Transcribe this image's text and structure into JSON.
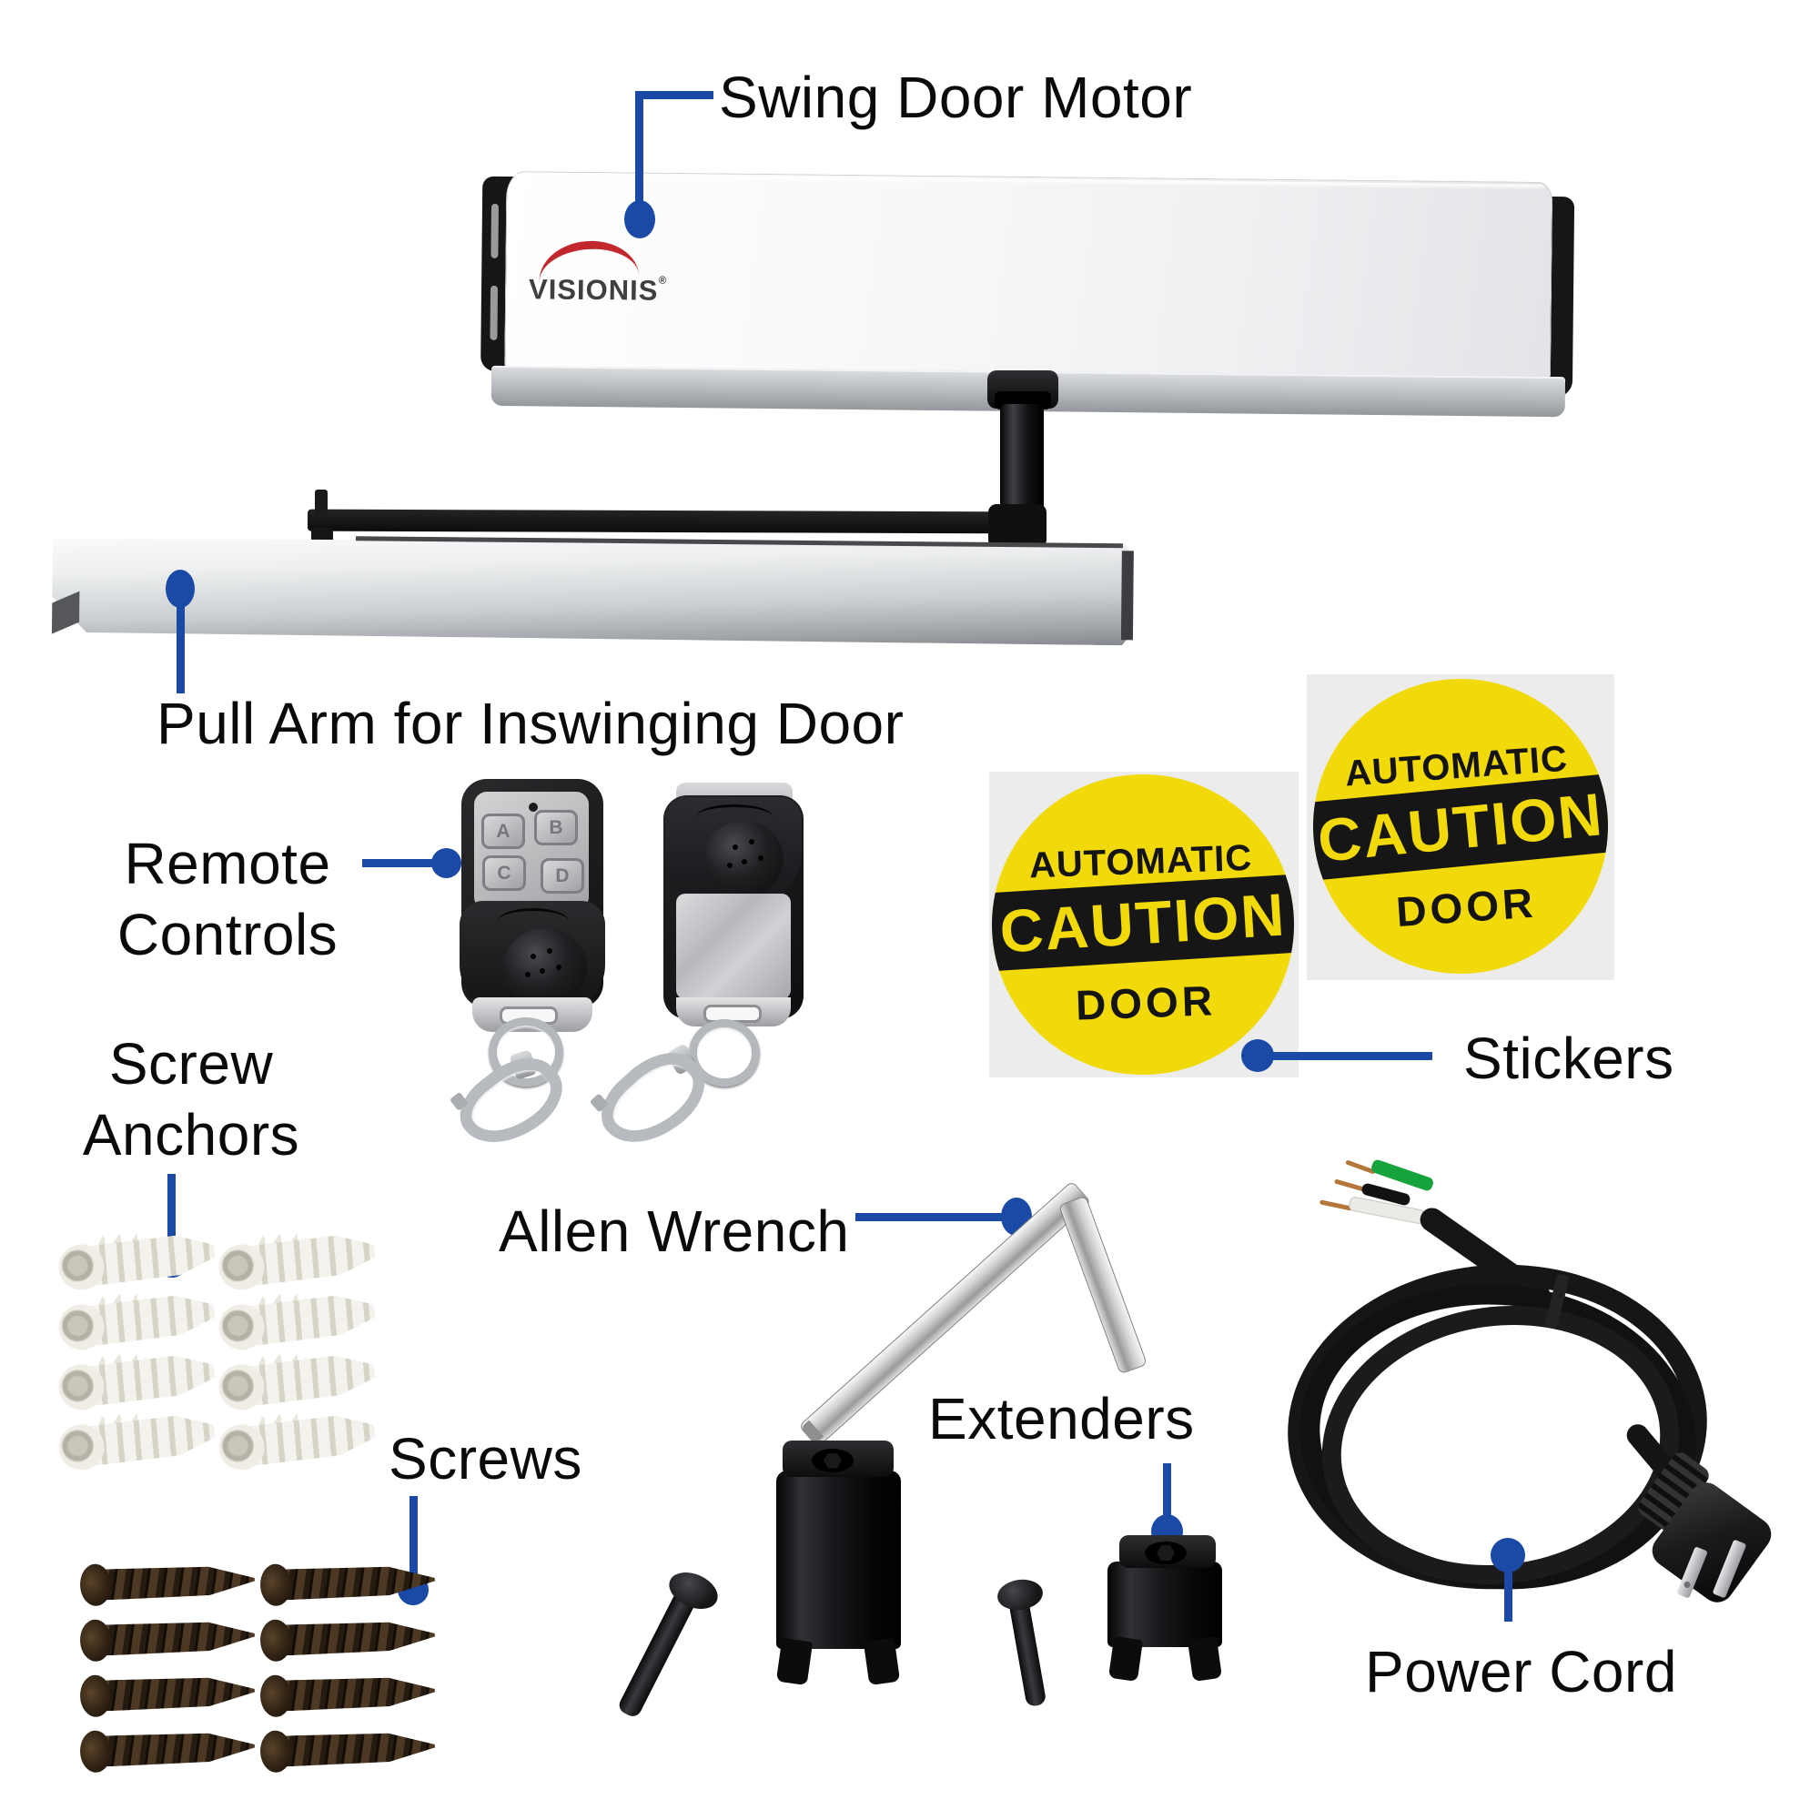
{
  "callout_color": "#1a4aa6",
  "labels": {
    "motor": "Swing Door Motor",
    "pull_arm": "Pull Arm for Inswinging Door",
    "remotes_line1": "Remote",
    "remotes_line2": "Controls",
    "anchors_line1": "Screw",
    "anchors_line2": "Anchors",
    "stickers": "Stickers",
    "allen": "Allen Wrench",
    "extenders": "Extenders",
    "screws": "Screws",
    "power": "Power Cord"
  },
  "motor": {
    "brand": "VISIONIS",
    "brand_mark": "®",
    "brand_arc_color": "#c3272e",
    "body_color": "#f4f5f6"
  },
  "remotes": {
    "count": 2,
    "buttons": [
      "A",
      "B",
      "C",
      "D"
    ]
  },
  "stickers": {
    "count": 2,
    "line1": "AUTOMATIC",
    "line2": "CAUTION",
    "line3": "DOOR",
    "background_color": "#f2da0a",
    "band_color": "#161616"
  },
  "hardware": {
    "screw_anchors_count": 8,
    "screws_count": 8,
    "extenders_count": 2,
    "extender_pins_count": 2
  }
}
